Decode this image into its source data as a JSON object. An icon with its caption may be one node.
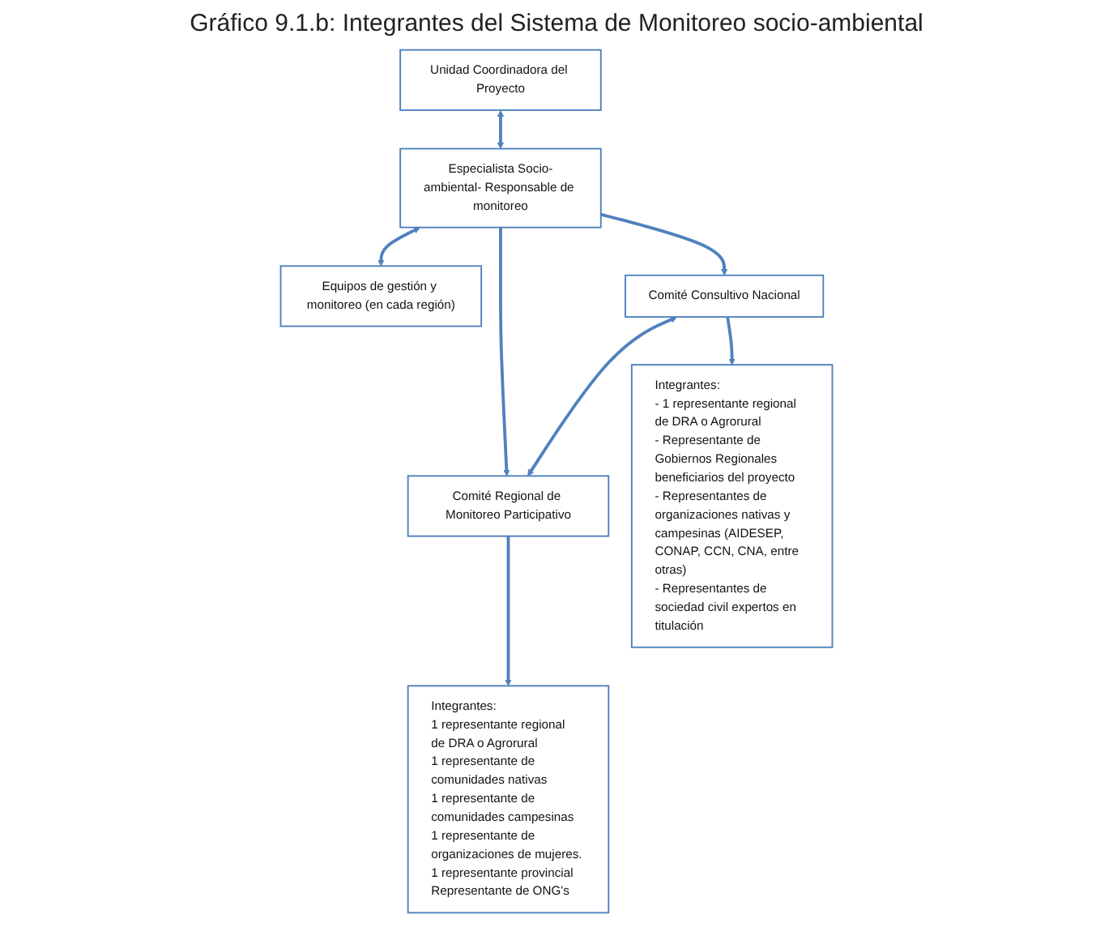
{
  "diagram": {
    "title": "Gráfico 9.1.b: Integrantes del Sistema de Monitoreo socio-ambiental",
    "nodes": [
      {
        "text": [
          "Unidad Coordinadora del Proyecto"
        ]
      },
      {
        "text": [
          "Especialista Socio-ambiental- Responsable de monitoreo"
        ]
      },
      {
        "text": [
          "Equipos de gestión y monitoreo (en cada región)"
        ]
      },
      {
        "text": [
          "Comité Consultivo Nacional"
        ]
      },
      {
        "text": [
          "Comité Regional de Monitoreo Participativo"
        ]
      },
      {
        "text": [
          "Integrantes:",
          "- 1 representante regional de DRA o Agrorural",
          "- Representante de Gobiernos Regionales beneficiarios del proyecto",
          "- Representantes de organizaciones nativas y campesinas (AIDESEP, CONAP, CCN, CNA, entre otras)",
          "- Representantes de sociedad civil expertos en titulación"
        ]
      },
      {
        "text": [
          "Integrantes:",
          "1 representante regional de DRA o Agrorural",
          "1 representante de comunidades nativas",
          "1 representante de comunidades campesinas",
          "1 representante de organizaciones de mujeres.",
          "1 representante provincial",
          "Representante de ONG's"
        ]
      }
    ],
    "edges": [
      {
        "from": 0,
        "to": 1,
        "arrow": "both"
      },
      {
        "from": 1,
        "to": 2,
        "arrow": "both"
      },
      {
        "from": 1,
        "to": 3,
        "arrow": "to"
      },
      {
        "from": 1,
        "to": 4,
        "arrow": "to"
      },
      {
        "from": 3,
        "to": 4,
        "arrow": "both"
      },
      {
        "from": 3,
        "to": 5,
        "arrow": "to"
      },
      {
        "from": 4,
        "to": 6,
        "arrow": "to"
      }
    ]
  }
}
